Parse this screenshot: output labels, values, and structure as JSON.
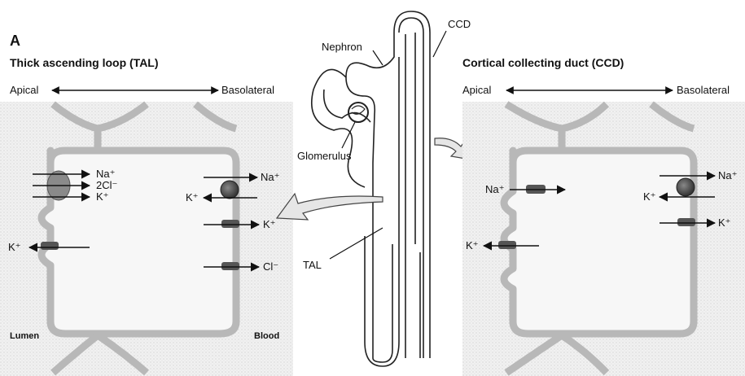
{
  "panel_label": "A",
  "left": {
    "title": "Thick ascending loop (TAL)",
    "apical": "Apical",
    "basolateral": "Basolateral",
    "lumen": "Lumen",
    "blood": "Blood",
    "cotransporter": [
      "Na⁺",
      "2Cl⁻",
      "K⁺"
    ],
    "apical_channel": "K⁺",
    "pump_out": "Na⁺",
    "pump_in": "K⁺",
    "baso_channels": [
      "K⁺",
      "Cl⁻"
    ]
  },
  "center": {
    "nephron": "Nephron",
    "ccd": "CCD",
    "glomerulus": "Glomerulus",
    "tal": "TAL"
  },
  "right": {
    "title": "Cortical collecting duct (CCD)",
    "apical": "Apical",
    "basolateral": "Basolateral",
    "apical_na_channel": "Na⁺",
    "apical_k_channel": "K⁺",
    "pump_out": "Na⁺",
    "pump_in": "K⁺",
    "baso_channel": "K⁺"
  }
}
